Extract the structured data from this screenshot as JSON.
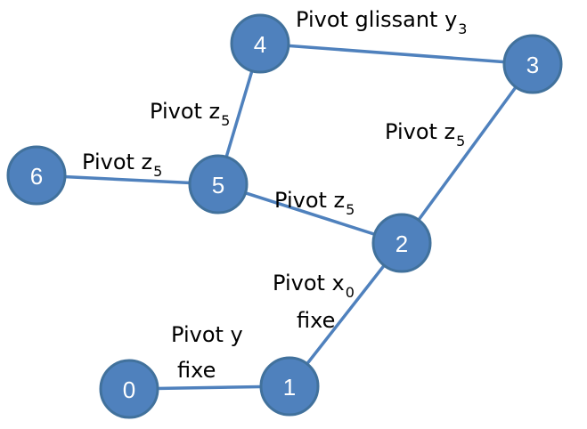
{
  "colors": {
    "node_fill": "#4F81BD",
    "node_stroke": "#41719C",
    "edge": "#4F81BD",
    "text": "#000000"
  },
  "nodes": [
    {
      "id": "0",
      "label": "0"
    },
    {
      "id": "1",
      "label": "1"
    },
    {
      "id": "2",
      "label": "2"
    },
    {
      "id": "3",
      "label": "3"
    },
    {
      "id": "4",
      "label": "4"
    },
    {
      "id": "5",
      "label": "5"
    },
    {
      "id": "6",
      "label": "6"
    }
  ],
  "edges": [
    {
      "from": "0",
      "to": "1",
      "label_lines": [
        {
          "text": "Pivot y",
          "sub": ""
        },
        {
          "text": "fixe",
          "sub": ""
        }
      ]
    },
    {
      "from": "1",
      "to": "2",
      "label_lines": [
        {
          "text": "Pivot x",
          "sub": "0"
        },
        {
          "text": "fixe",
          "sub": ""
        }
      ]
    },
    {
      "from": "2",
      "to": "5",
      "label_lines": [
        {
          "text": "Pivot z",
          "sub": "5"
        }
      ]
    },
    {
      "from": "2",
      "to": "3",
      "label_lines": [
        {
          "text": "Pivot z",
          "sub": "5"
        }
      ]
    },
    {
      "from": "4",
      "to": "3",
      "label_lines": [
        {
          "text": "Pivot glissant y",
          "sub": "3"
        }
      ]
    },
    {
      "from": "4",
      "to": "5",
      "label_lines": [
        {
          "text": "Pivot z",
          "sub": "5"
        }
      ]
    },
    {
      "from": "6",
      "to": "5",
      "label_lines": [
        {
          "text": "Pivot z",
          "sub": "5"
        }
      ]
    }
  ]
}
